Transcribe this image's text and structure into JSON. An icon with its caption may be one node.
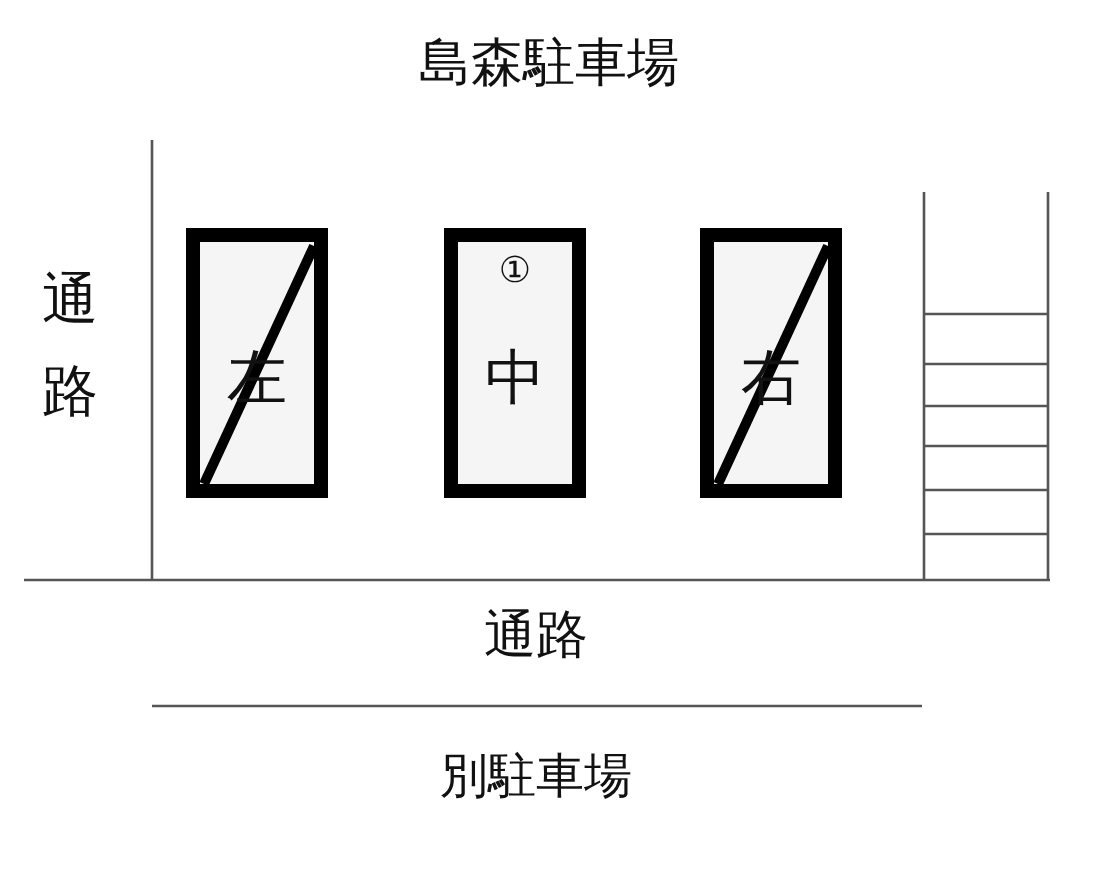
{
  "diagram": {
    "title": "島森駐車場",
    "nodes": [
      {
        "text": [
          "左"
        ]
      },
      {
        "text": [
          "①",
          "中"
        ]
      },
      {
        "text": [
          "右"
        ]
      }
    ],
    "labels": [
      "通路",
      "通路",
      "別駐車場"
    ]
  }
}
